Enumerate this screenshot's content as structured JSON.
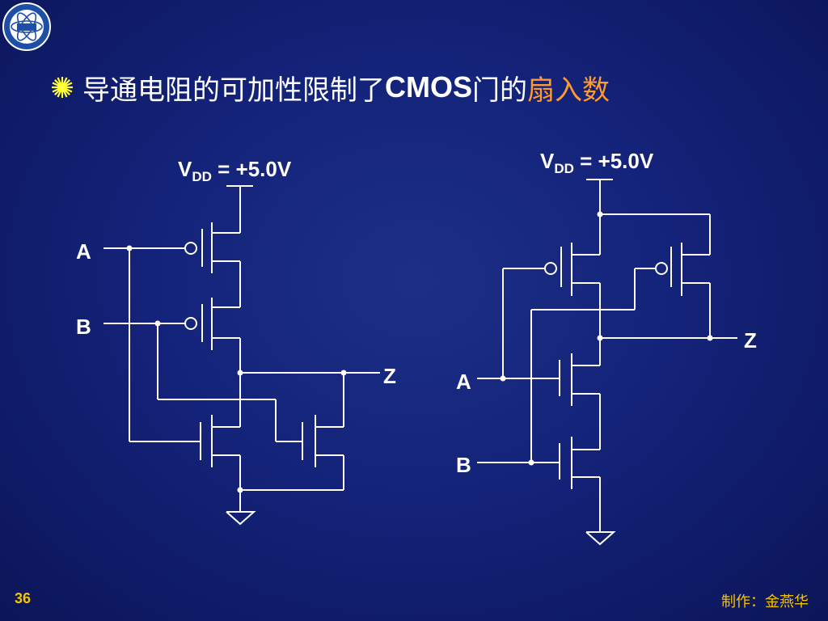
{
  "title": {
    "main": "导通电阻的可加性限制了",
    "cmos": "CMOS",
    "gate": "门的",
    "highlight": "扇入数"
  },
  "colors": {
    "title": "#ffffff",
    "highlight": "#ff9a2e",
    "footer": "#f5c400",
    "wire": "#ffffff"
  },
  "left_circuit": {
    "vdd_main": "V",
    "vdd_sub": "DD",
    "vdd_value": " = +5.0V",
    "input_a": "A",
    "input_b": "B",
    "output": "Z"
  },
  "right_circuit": {
    "vdd_main": "V",
    "vdd_sub": "DD",
    "vdd_value": " = +5.0V",
    "input_a": "A",
    "input_b": "B",
    "output": "Z"
  },
  "footer": {
    "page_number": "36",
    "author": "制作：金燕华"
  },
  "icons": {
    "logo": "university-seal-icon",
    "bullet": "sun-bullet-icon",
    "ground": "ground-icon"
  }
}
